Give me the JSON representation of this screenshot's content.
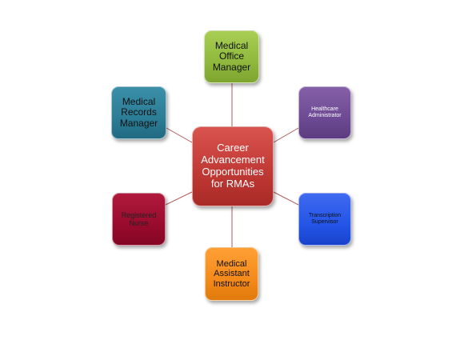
{
  "diagram": {
    "center": {
      "label": "Career Advancement Opportunities for RMAs",
      "color": "#c0392b"
    },
    "nodes": [
      {
        "id": "top",
        "label": "Medical Office Manager",
        "color": "#9bc24a"
      },
      {
        "id": "upper_left",
        "label": "Medical Records Manager",
        "color": "#31869b"
      },
      {
        "id": "upper_right",
        "label": "Healthcare Administrator",
        "color": "#7030a0"
      },
      {
        "id": "lower_left",
        "label": "Registered Nurse",
        "color": "#a50021"
      },
      {
        "id": "lower_right",
        "label": "Transcription Supervisor",
        "color": "#2c5ef0"
      },
      {
        "id": "bottom",
        "label": "Medical Assistant Instructor",
        "color": "#f79420"
      }
    ],
    "connector_color": "#b05a5a"
  }
}
